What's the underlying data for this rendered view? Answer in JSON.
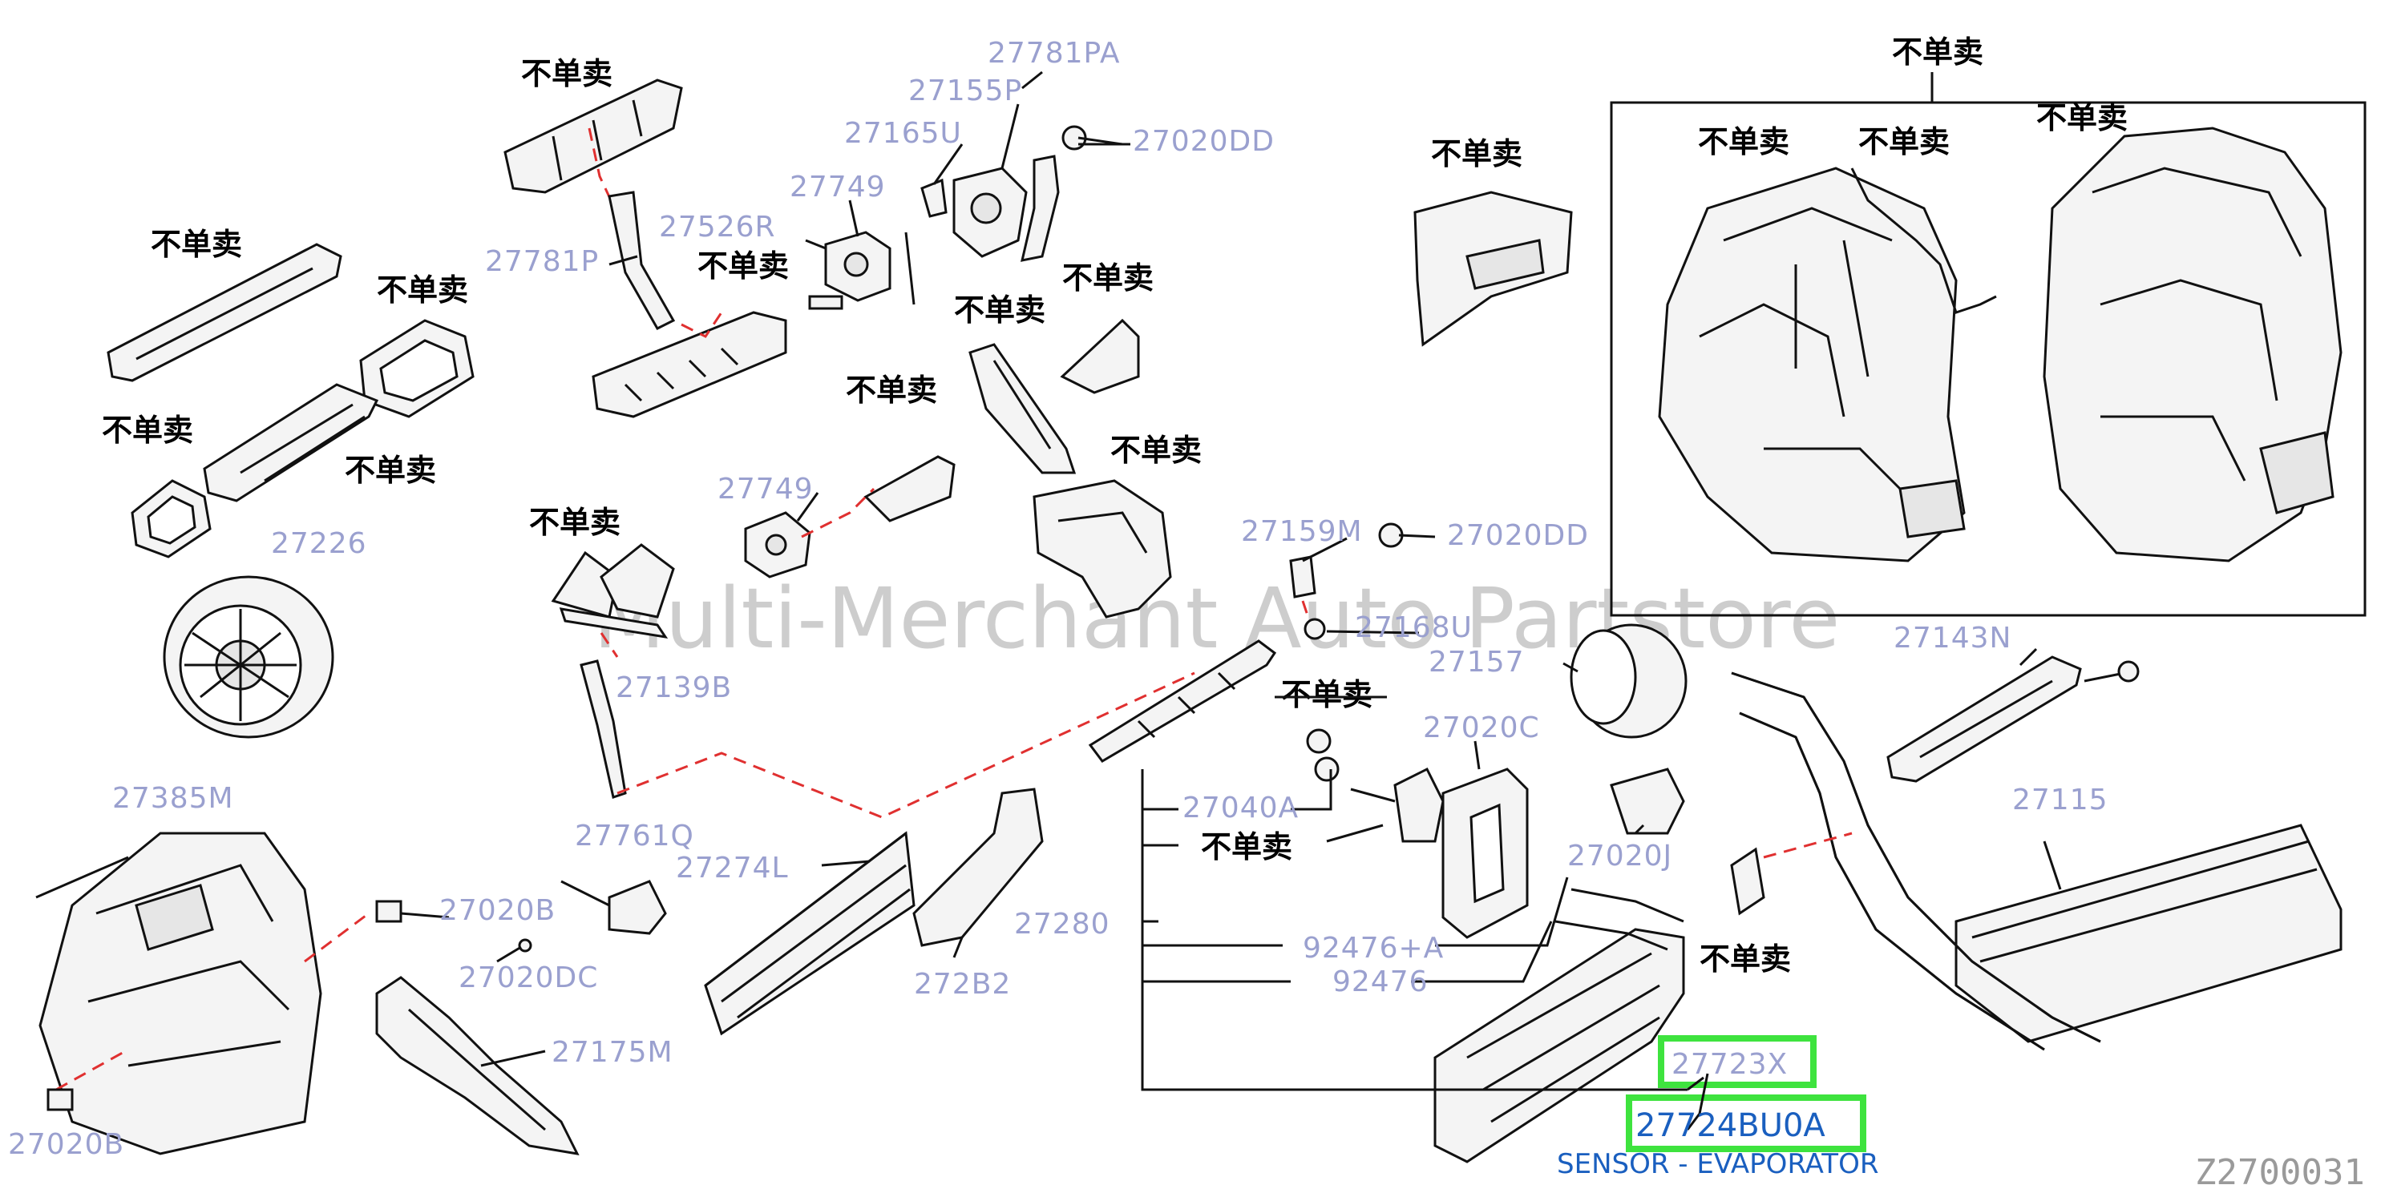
{
  "diagram": {
    "not_sold_label": "不单卖",
    "part_numbers": {
      "p27781PA": "27781PA",
      "p27155P": "27155P",
      "p27165U": "27165U",
      "p27020DD_top": "27020DD",
      "p27749_top": "27749",
      "p27526R": "27526R",
      "p27781P": "27781P",
      "p27749_mid": "27749",
      "p27226": "27226",
      "p27139B": "27139B",
      "p27159M": "27159M",
      "p27020DD_mid": "27020DD",
      "p27168U": "27168U",
      "p27157": "27157",
      "p27143N": "27143N",
      "p27385M": "27385M",
      "p27761Q": "27761Q",
      "p27274L": "27274L",
      "p27020C": "27020C",
      "p27040A": "27040A",
      "p27020J": "27020J",
      "p27115": "27115",
      "p27020B_mid": "27020B",
      "p27020DC": "27020DC",
      "p272B2": "272B2",
      "p27280": "27280",
      "p92476A": "92476+A",
      "p92476": "92476",
      "p27175M": "27175M",
      "p27020B_bot": "27020B",
      "p27723X": "27723X"
    },
    "highlighted_part": "27724BU0A",
    "highlighted_caption": "SENSOR - EVAPORATOR",
    "watermark": "Multi-Merchant Auto Partstore",
    "diagram_code": "Z2700031",
    "colors": {
      "highlight": "#3ee33e",
      "leader_dash": "#e03030",
      "part_number_text": "#9aa0cf",
      "highlight_text": "#1a5fbf"
    }
  }
}
